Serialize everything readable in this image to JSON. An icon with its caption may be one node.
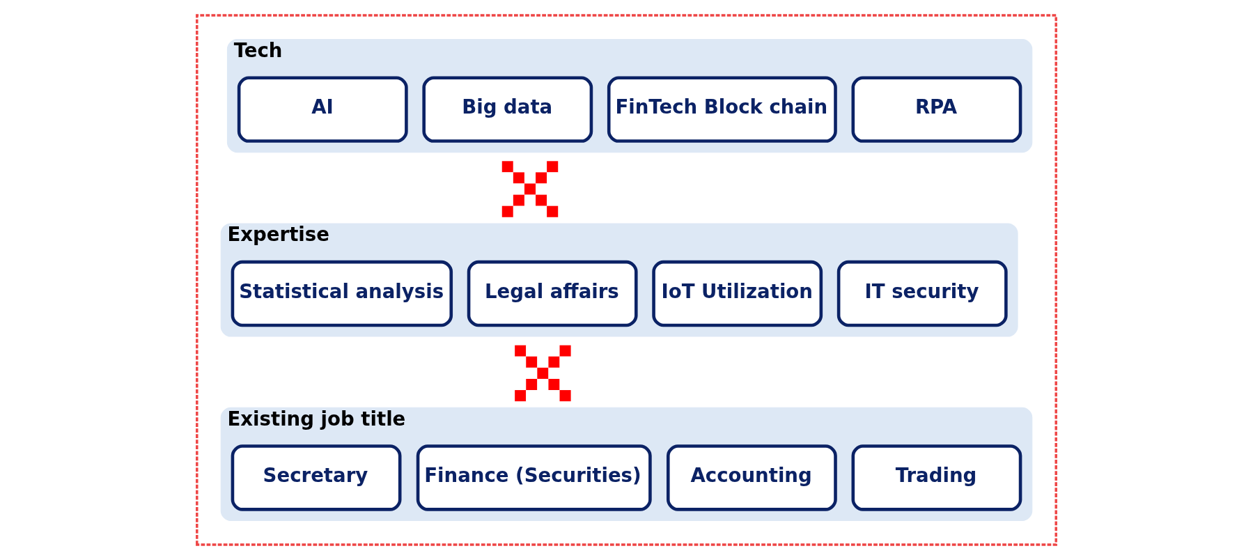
{
  "diagram": {
    "nodes": [
      {
        "text": [],
        "shape": "box"
      },
      {
        "text": [
          "Tech"
        ],
        "in": 0
      },
      {
        "text": [
          "AI"
        ],
        "in": 1
      },
      {
        "text": [
          "Big data"
        ],
        "in": 1
      },
      {
        "text": [
          "FinTech Block chain"
        ],
        "in": 1
      },
      {
        "text": [
          "RPA"
        ],
        "in": 1
      },
      {
        "text": [],
        "shape": "cross",
        "in": 0
      },
      {
        "text": [
          "Expertise"
        ],
        "in": 0
      },
      {
        "text": [
          "Statistical analysis"
        ],
        "in": 7
      },
      {
        "text": [
          "Legal affairs"
        ],
        "in": 7
      },
      {
        "text": [
          "IoT Utilization"
        ],
        "in": 7
      },
      {
        "text": [
          "IT security"
        ],
        "in": 7
      },
      {
        "text": [],
        "shape": "cross",
        "in": 0
      },
      {
        "text": [
          "Existing job title"
        ],
        "in": 0
      },
      {
        "text": [
          "Secretary"
        ],
        "in": 13
      },
      {
        "text": [
          "Finance (Securities)"
        ],
        "in": 13
      },
      {
        "text": [
          "Accounting"
        ],
        "in": 13
      },
      {
        "text": [
          "Trading"
        ],
        "in": 13
      }
    ]
  }
}
